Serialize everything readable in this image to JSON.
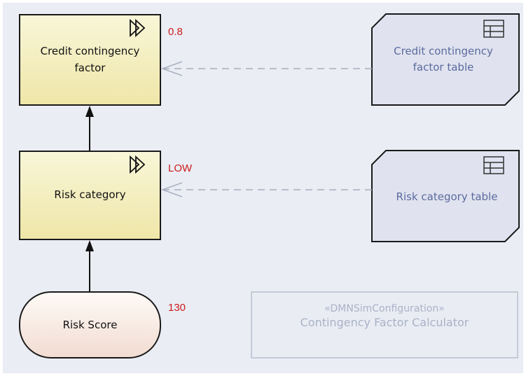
{
  "diagram": {
    "decisions": [
      {
        "label": "Credit contingency factor",
        "result": "0.8"
      },
      {
        "label": "Risk category",
        "result": "LOW"
      }
    ],
    "input_data": {
      "label": "Risk Score",
      "result": "130"
    },
    "tables": [
      {
        "label": "Credit contingency factor table"
      },
      {
        "label": "Risk category table"
      }
    ],
    "sim_configuration": {
      "stereotype": "«DMNSimConfiguration»",
      "name": "Contingency Factor Calculator"
    }
  }
}
